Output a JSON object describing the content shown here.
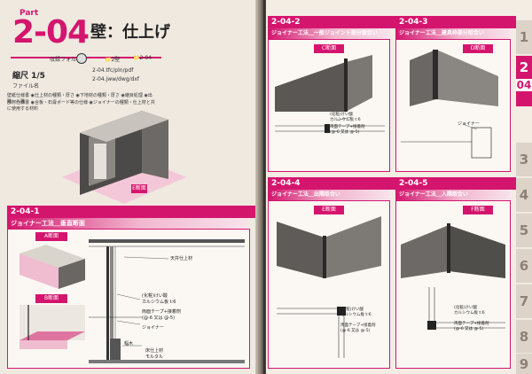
{
  "left": {
    "part": "Part",
    "number": "2-04",
    "title": "壁：仕上げ",
    "folder_label": "収録フォルダ",
    "folder_main": "2壁",
    "folder_sub": "2-04",
    "scale_label": "縮尺 1/5",
    "file_label": "ファイル名",
    "file_1": "2-04.tfc/pln/pdf",
    "file_2": "2-04.jww/dwg/dxf",
    "notes_1": "壁紙仕様書 ◉仕上材の種類・厚さ ◉下地材の種類・厚さ ◉継目処理 ◉出隅・入隅",
    "notes_2": "部材仕様書 ◉合板・石膏ボード等の仕様 ◉ジョイナーの種類・仕上材と共に使用する材料",
    "iso_tag": "E断面",
    "section_id": "2-04-1",
    "section_title": "ジョイナー工法＿垂直断面",
    "a_tag": "A断面",
    "b_tag": "B断面",
    "notes": [
      "天井仕上材",
      "(化粧)けい酸\nカルシウム板 t:6",
      "両面テープ+接着剤\n(@-6 又は @-5)",
      "ジョイナー",
      "幅木",
      "床仕上材\nモルタル"
    ]
  },
  "right": {
    "tabs": [
      "1",
      "2",
      "04",
      "3",
      "4",
      "5",
      "6",
      "7",
      "8",
      "9"
    ],
    "s2": {
      "id": "2-04-2",
      "title": "ジョイナー工法＿一般ジョイント部分取合い",
      "tag": "C断面"
    },
    "s3": {
      "id": "2-04-3",
      "title": "ジョイナー工法＿建具枠部分取合い",
      "tag": "D断面"
    },
    "s4": {
      "id": "2-04-4",
      "title": "ジョイナー工法＿出隅取合い",
      "tag": "E断面"
    },
    "s5": {
      "id": "2-04-5",
      "title": "ジョイナー工法＿入隅取合い",
      "tag": "F断面"
    },
    "n1": "(化粧)けい酸\nカルシウム板 t:6",
    "n2": "両面テープ+接着剤\n(@-6 又は @-5)",
    "n3": "ジョイナー"
  }
}
